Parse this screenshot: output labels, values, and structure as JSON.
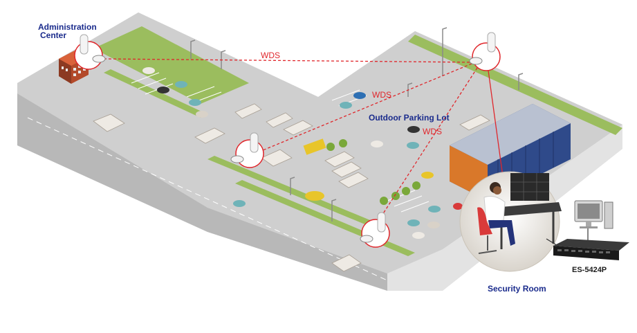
{
  "labels": {
    "admin_line1": "Administration",
    "admin_line2": "Center",
    "wds_1": "WDS",
    "wds_2": "WDS",
    "wds_3": "WDS",
    "parking": "Outdoor Parking Lot",
    "switch": "ES-5424P",
    "security": "Security Room"
  },
  "colors": {
    "link": "#e0262b",
    "label_blue": "#1a2b8c",
    "ground": "#d6d6d6",
    "grass": "#9bbd5e",
    "building": "#7c8fb8"
  }
}
